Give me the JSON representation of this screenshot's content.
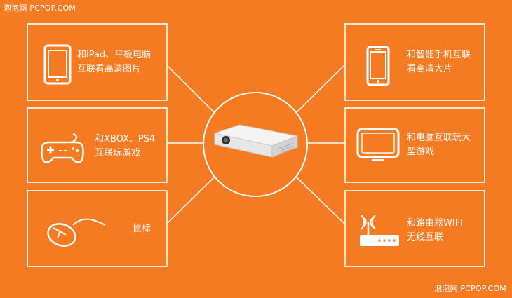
{
  "watermark": {
    "top": "泡泡网 PCPOP.COM",
    "bottom": "泡泡网 PCPOP.COM"
  },
  "left_boxes": [
    {
      "line1": "和iPad、平板电脑",
      "line2": "互联看高清图片",
      "icon": "tablet-icon"
    },
    {
      "line1": "和XBOX、PS4",
      "line2": "互联玩游戏",
      "icon": "gamepad-icon"
    },
    {
      "line1": "鼠标",
      "line2": "",
      "icon": "mouse-icon"
    }
  ],
  "right_boxes": [
    {
      "line1": "和智能手机互联",
      "line2": "看高清大片",
      "icon": "smartphone-icon"
    },
    {
      "line1": "和电脑互联玩大",
      "line2": "型游戏",
      "icon": "monitor-icon"
    },
    {
      "line1": "和路由器WIFI",
      "line2": "无线互联",
      "icon": "router-icon"
    }
  ],
  "center": {
    "icon": "projector-icon"
  },
  "colors": {
    "background": "#f47b22",
    "stroke": "#ffffff"
  }
}
